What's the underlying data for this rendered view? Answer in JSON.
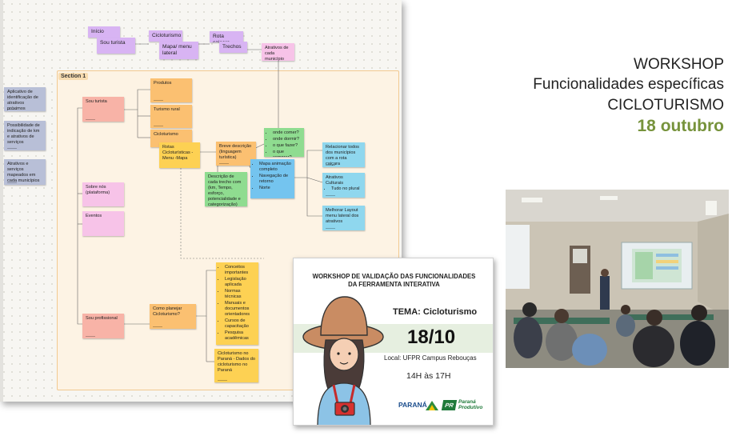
{
  "board": {
    "section_label": "Section 1",
    "top_row": {
      "inicio": "Início",
      "sou_turista": "Sou turista",
      "cicloturismo": "Cicloturismo",
      "mapa_menu": "Mapa/ menu lateral",
      "rota_caicara": "Rota caiçara",
      "trechos": "Trechos",
      "atrativos_municipio": "Atrativos de cada município"
    },
    "side_notes": [
      "Aplicativo de identificação de atrativos próximos",
      "Possibilidade de indicação de km e atrativos de serviços",
      "Atrativos e serviços mapeados em cada municípios"
    ],
    "left_column": {
      "sou_turista": "Sou turista",
      "sobre_nos": "Sobre nós (plataforma)",
      "eventos": "Eventos",
      "sou_profissional": "Sou profissional"
    },
    "orange_stack": [
      "Produtos",
      "Turismo rural",
      "Cicloturismo"
    ],
    "rotas": "Rotas Cicloturísticas -Menu -Mapa",
    "breve_descricao": "Breve descrição (linguagem turística)",
    "descricao_trecho": "Descrição de cada trecho com (km, Tempo, esforço, potencialidade e categorização)",
    "questions": [
      "onde comer?",
      "onde dormir?",
      "o que fazer?",
      "o que comprar?"
    ],
    "mapa_items": [
      "Mapa animação completo",
      "Navegação de retorno",
      "Norte"
    ],
    "right_notes": {
      "relacionar": "Relacionar todos dos municípios com a rota caiçara",
      "atrativos_culturais": "Atrativos Culturais",
      "atrativos_culturais_item": "Tudo no plural",
      "melhorar_layout": "Melhorar Layout menu lateral dos atrativos"
    },
    "como_planejar": "Como planejar Cicloturismo?",
    "yellow_list": [
      "Conceitos importantes",
      "Legislação aplicada",
      "Normas técnicas",
      "Manuais e documentos orientadores",
      "Cursos de capacitação",
      "Pesquisa acadêmicas"
    ],
    "cicloturismo_parana": "Cicloturismo no Paraná - Dados do cicloturismo no Paraná"
  },
  "headline": {
    "line1": "WORKSHOP",
    "line2": "Funcionalidades específicas",
    "line3": "CICLOTURISMO",
    "date": "18 outubro"
  },
  "flyer": {
    "title_line1": "WORKSHOP DE VALIDAÇÃO DAS FUNCIONALIDADES",
    "title_line2": "DA FERRAMENTA INTERATIVA",
    "tema": "TEMA: Cicloturismo",
    "date": "18/10",
    "local": "Local: UFPR Campus Rebouças",
    "hours": "14H às 17H",
    "logo_parana": "PARANÁ",
    "logo_pr": "PR",
    "logo_pr_text1": "Paraná",
    "logo_pr_text2": "Produtivo"
  },
  "colors": {
    "accent_green": "#77933c",
    "section_fill": "#fdf3e4"
  }
}
